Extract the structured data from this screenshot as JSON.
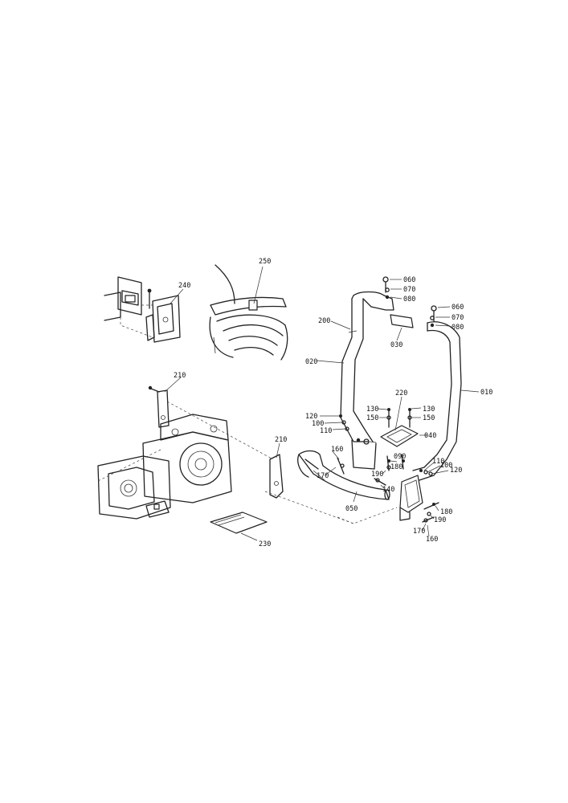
{
  "labels": {
    "p250": "250",
    "p240": "240",
    "p060a": "060",
    "p070a": "070",
    "p080a": "080",
    "p060b": "060",
    "p070b": "070",
    "p080b": "080",
    "p200": "200",
    "p030": "030",
    "p020": "020",
    "p010": "010",
    "p210a": "210",
    "p220": "220",
    "p120a": "120",
    "p100a": "100",
    "p110a": "110",
    "p130a": "130",
    "p150a": "150",
    "p130b": "130",
    "p150b": "150",
    "p040": "040",
    "p160a": "160",
    "p170a": "170",
    "p090": "090",
    "p180a": "180",
    "p190a": "190",
    "p140": "140",
    "p210b": "210",
    "p050": "050",
    "p110b": "110",
    "p100b": "100",
    "p120b": "120",
    "p180b": "180",
    "p190b": "190",
    "p170b": "170",
    "p160b": "160",
    "p230": "230"
  }
}
